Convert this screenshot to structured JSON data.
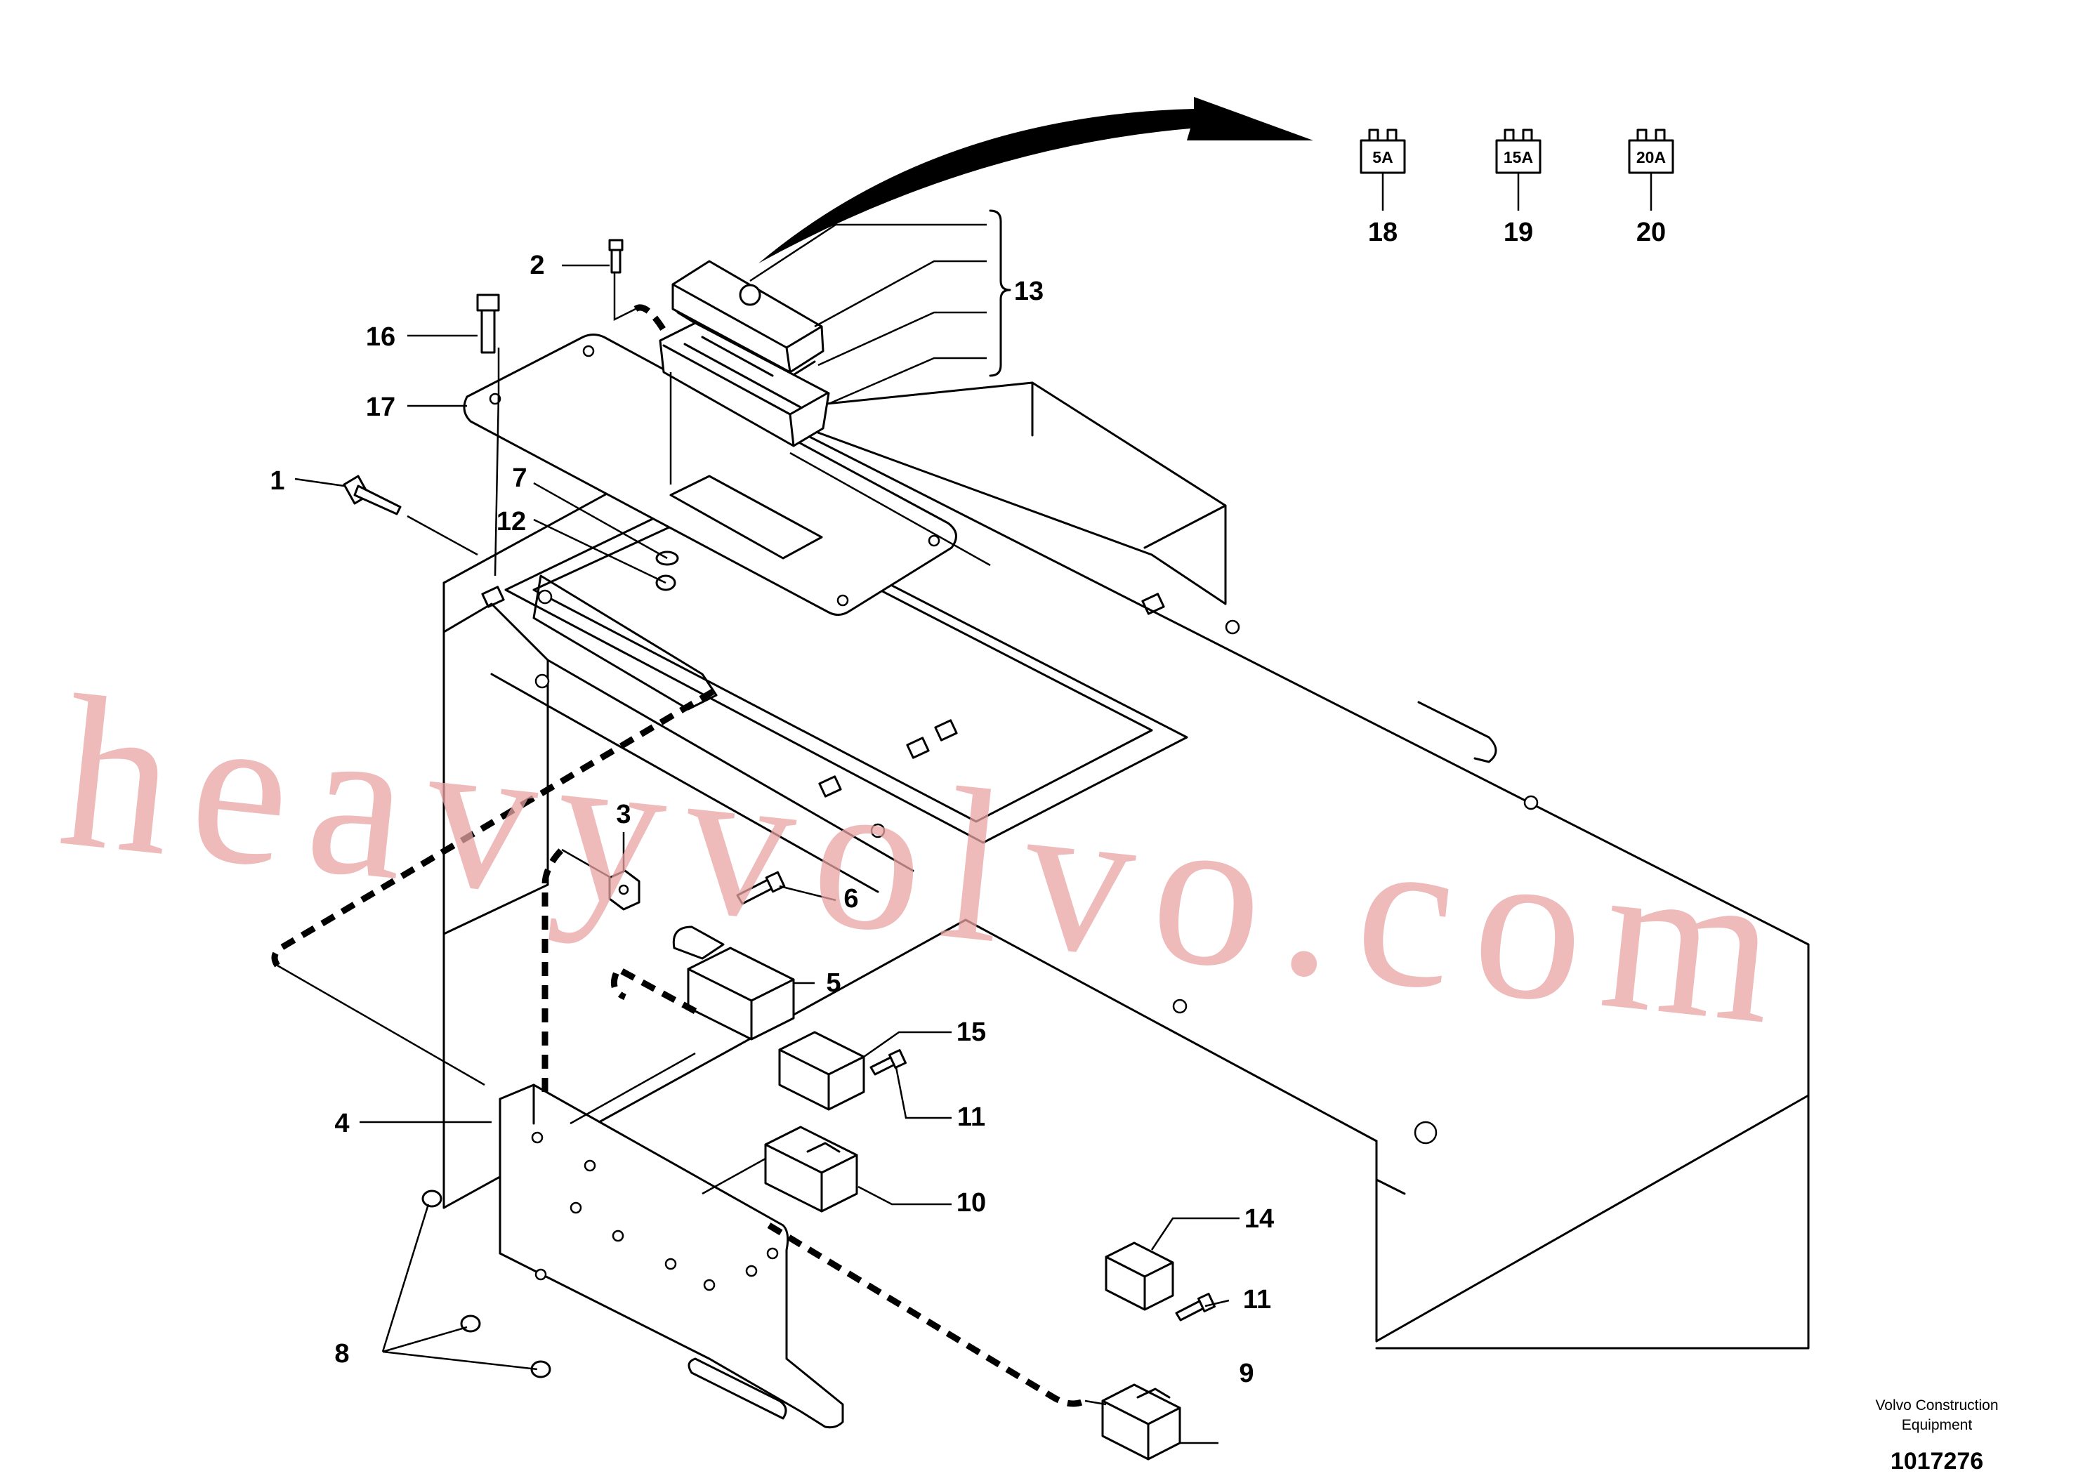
{
  "callouts": {
    "c1": "1",
    "c2": "2",
    "c3": "3",
    "c4": "4",
    "c5": "5",
    "c6": "6",
    "c7": "7",
    "c8": "8",
    "c9": "9",
    "c10": "10",
    "c11a": "11",
    "c11b": "11",
    "c12": "12",
    "c13": "13",
    "c14": "14",
    "c15": "15",
    "c16": "16",
    "c17": "17",
    "c18": "18",
    "c19": "19",
    "c20": "20"
  },
  "fuses": {
    "f5": "5A",
    "f15": "15A",
    "f20": "20A"
  },
  "footer": {
    "credit_line1": "Volvo Construction",
    "credit_line2": "Equipment",
    "doc_number": "1017276"
  },
  "watermark": "heavyvolvo.com"
}
